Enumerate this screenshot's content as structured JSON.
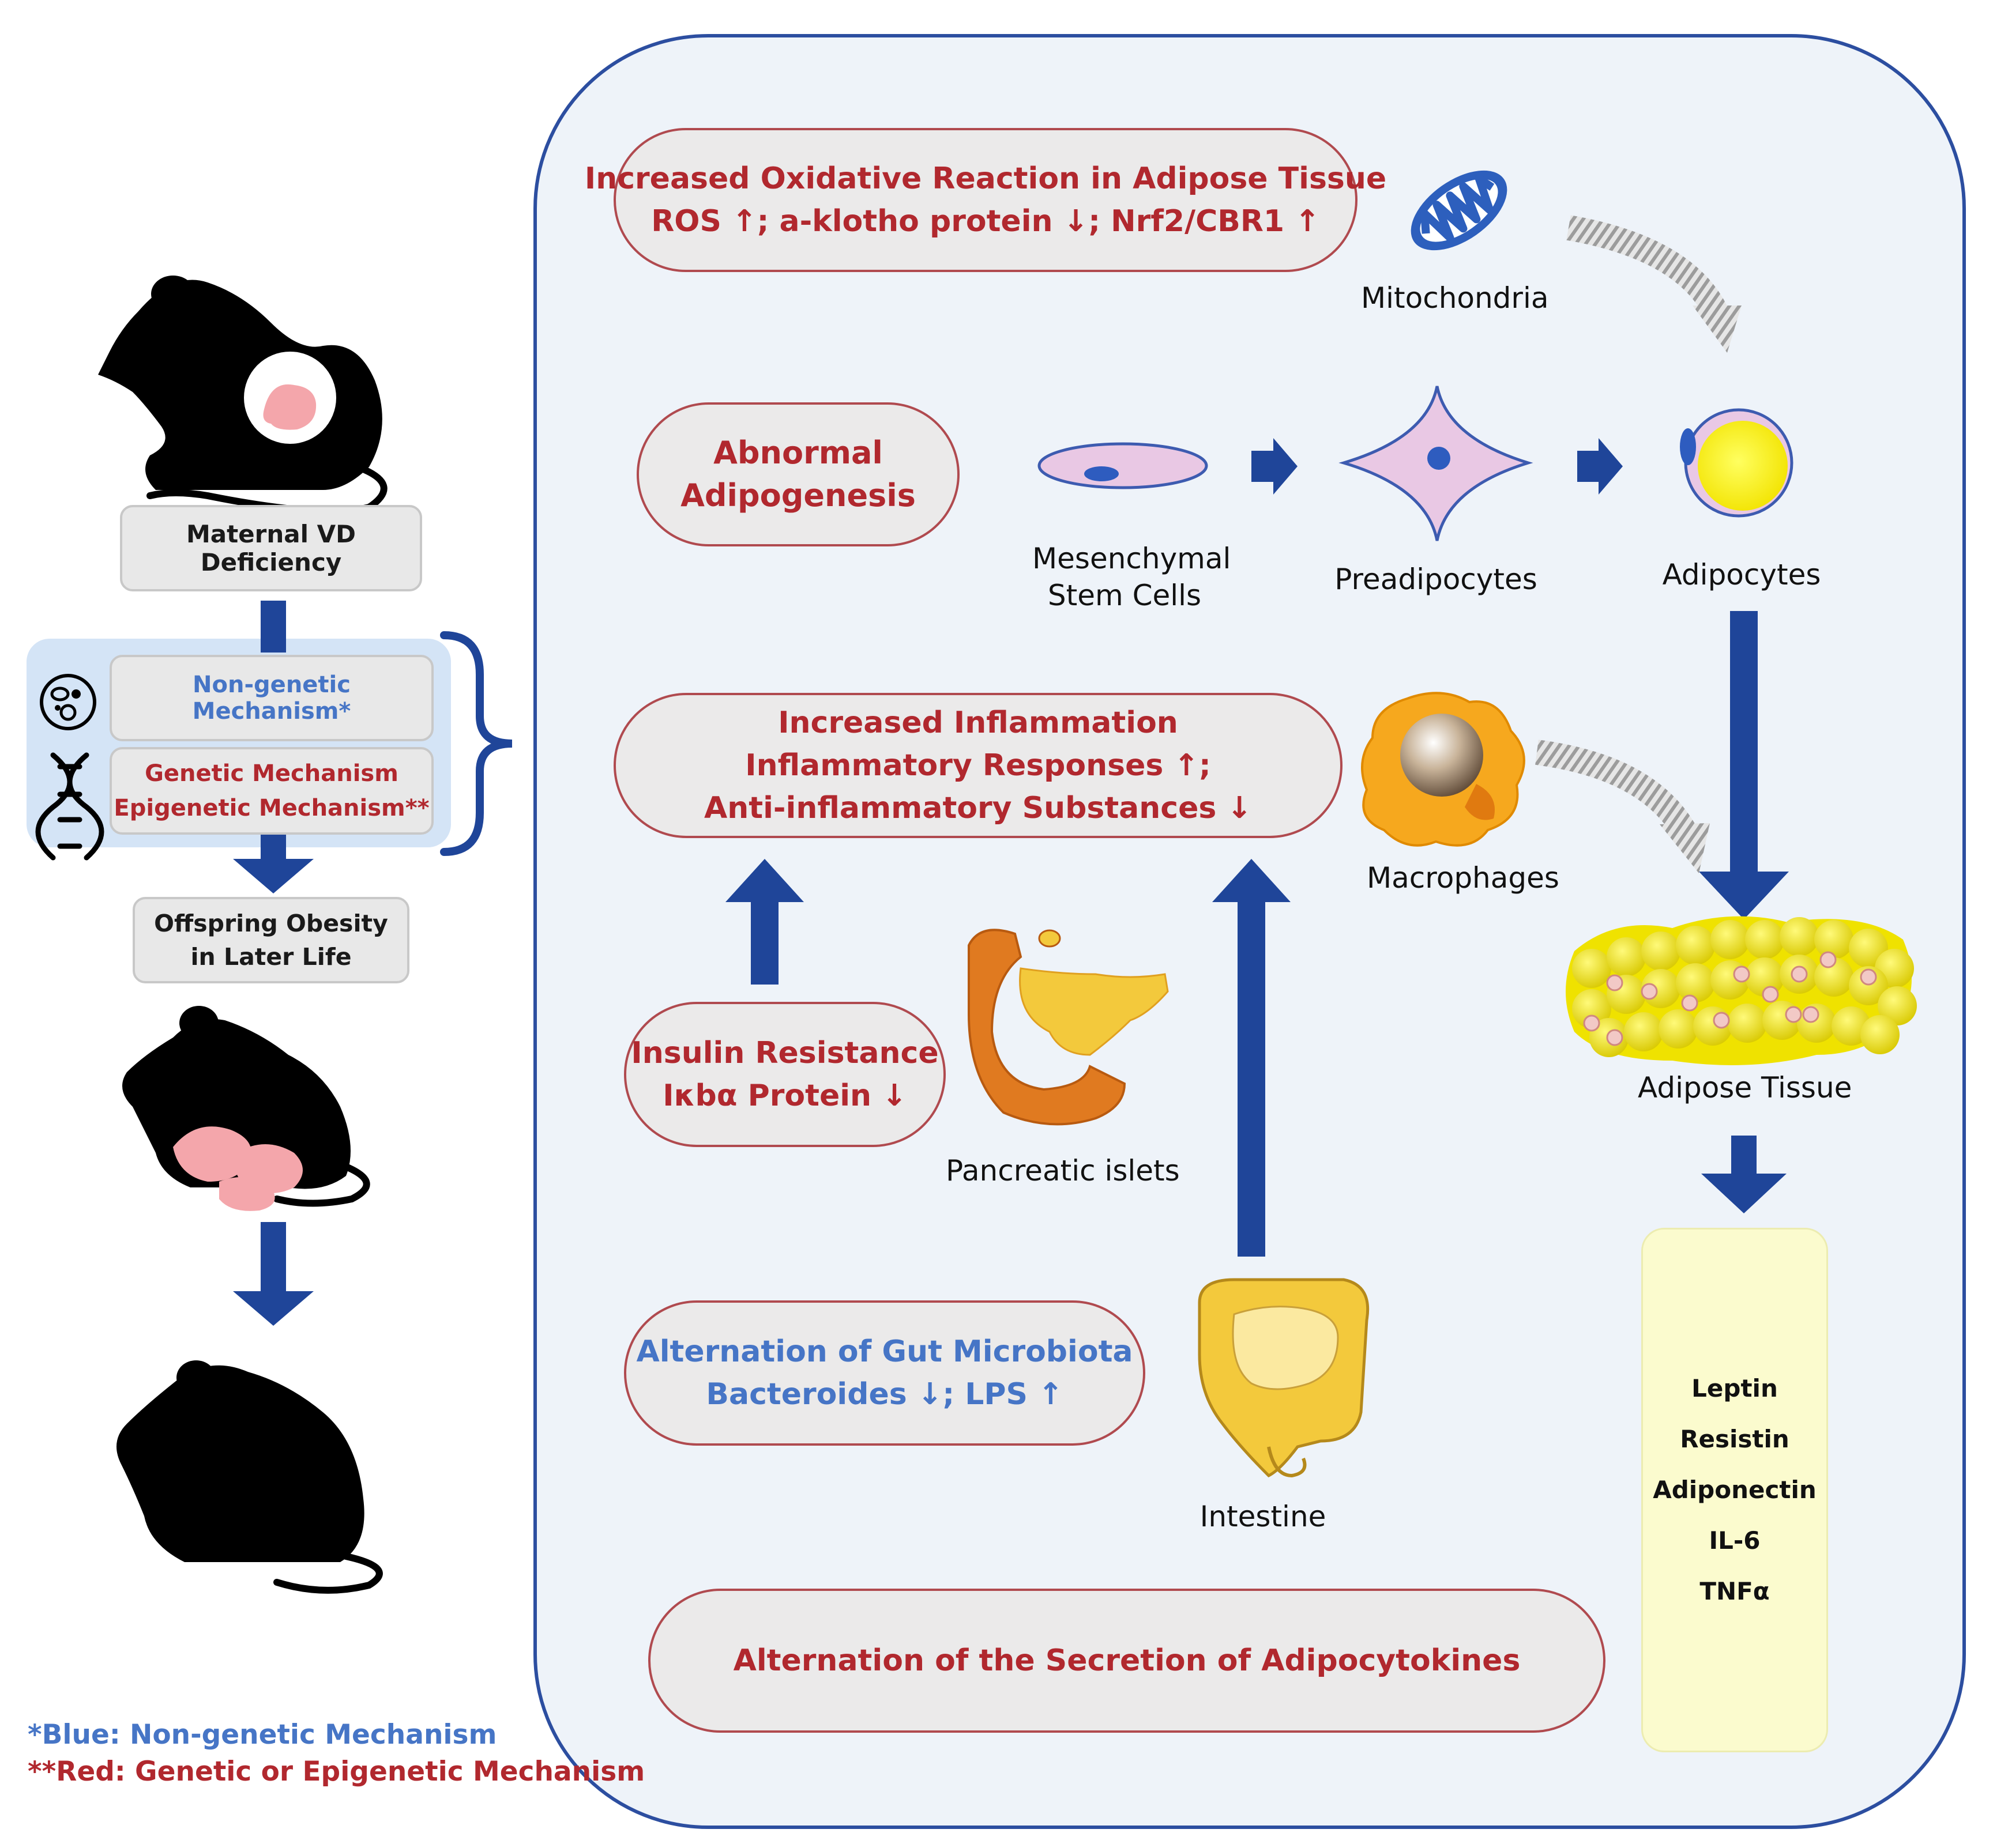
{
  "left_panel": {
    "maternal_box": "Maternal VD Deficiency",
    "nongenetic_label": "Non-genetic Mechanism*",
    "genetic_label_1": "Genetic Mechanism",
    "genetic_label_2": "Epigenetic Mechanism**",
    "offspring_line_1": "Offspring Obesity",
    "offspring_line_2": "in Later Life",
    "legend_blue": "*Blue: Non-genetic Mechanism",
    "legend_red": "**Red: Genetic or Epigenetic Mechanism"
  },
  "pathways": {
    "oxidative_line_1": "Increased Oxidative Reaction in Adipose Tissue",
    "oxidative_line_2": "ROS ↑; a-klotho protein ↓; Nrf2/CBR1 ↑",
    "adipogenesis_line_1": "Abnormal",
    "adipogenesis_line_2": "Adipogenesis",
    "inflammation_line_1": "Increased Inflammation",
    "inflammation_line_2": "Inflammatory Responses ↑;",
    "inflammation_line_3": "Anti-inflammatory Substances ↓",
    "insulin_line_1": "Insulin Resistance",
    "insulin_line_2": "Iκbα Protein ↓",
    "gut_line_1": "Alternation of Gut Microbiota",
    "gut_line_2": "Bacteroides ↓; LPS ↑",
    "adipocytokines": "Alternation of the Secretion of Adipocytokines"
  },
  "cell_labels": {
    "mitochondria": "Mitochondria",
    "msc_line_1": "Mesenchymal",
    "msc_line_2": "Stem Cells",
    "preadipocytes": "Preadipocytes",
    "adipocytes": "Adipocytes",
    "macrophages": "Macrophages",
    "adipose_tissue": "Adipose Tissue",
    "pancreatic": "Pancreatic islets",
    "intestine": "Intestine"
  },
  "adipocytokine_list": [
    "Leptin",
    "Resistin",
    "Adiponectin",
    "IL-6",
    "TNFα"
  ],
  "colors": {
    "arrow_blue": "#1f4599",
    "red_text": "#b1282e",
    "blue_text": "#4675c6",
    "panel_bg": "#eef3f9",
    "panel_border": "#2c4ea0"
  },
  "icons": [
    "pregnant-mouse-icon",
    "virus-cell-icon",
    "dna-icon",
    "mouse-with-pups-icon",
    "obese-mouse-icon",
    "mitochondria-icon",
    "mesenchymal-cell-icon",
    "preadipocyte-icon",
    "adipocyte-icon",
    "macrophage-icon",
    "adipose-tissue-icon",
    "pancreas-icon",
    "intestine-icon"
  ]
}
